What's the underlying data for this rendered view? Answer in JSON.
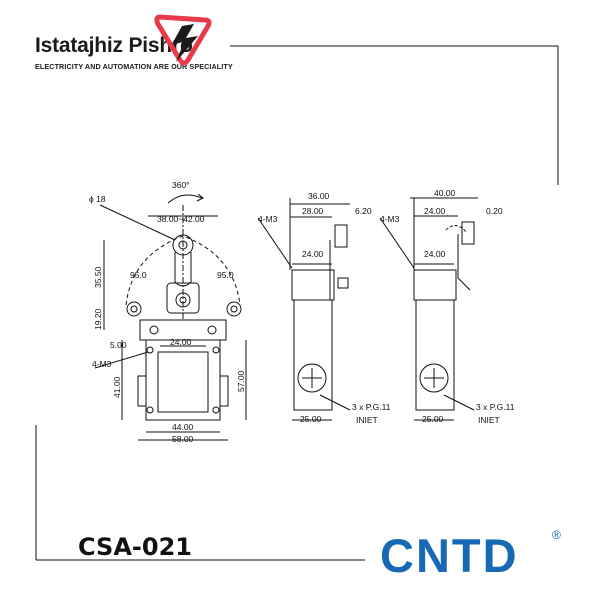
{
  "brand": {
    "name": "Istatajhiz Pishro",
    "tagline": "ELECTRICITY AND AUTOMATION ARE OUR SPECIALITY",
    "logo_icon": "play-triangle-lightning-icon",
    "accent": "#e83a4a"
  },
  "product": {
    "model": "CSA-021",
    "manufacturer": "CNTD",
    "registered_mark": "®",
    "manufacturer_color": "#1769b5"
  },
  "front_view": {
    "rotation": "360°",
    "roller_diameter": "ϕ 18",
    "lever_length": "38.00~42.00",
    "height_roller": "35.50",
    "angle_left": "95.0",
    "angle_right": "95.0",
    "height_lower": "19.20",
    "offset": "5.00",
    "mount_spacing": "24.00",
    "screws": "4-M3",
    "body_height_left": "41.00",
    "body_height_right": "57.00",
    "base_inner": "44.00",
    "base_outer": "58.00"
  },
  "side_view_1": {
    "overall": "36.00",
    "lever_offset": "28.00",
    "roller_width": "6.20",
    "screws": "4-M3",
    "mount_spacing": "24.00",
    "conduit": "3 x P.G.11",
    "inlet": "INIET",
    "base_width": "25.00"
  },
  "side_view_2": {
    "overall": "40.00",
    "lever_offset": "24.00",
    "roller_width": "0.20",
    "screws": "4-M3",
    "mount_spacing": "24.00",
    "conduit": "3 x P.G.11",
    "inlet": "INIET",
    "base_width": "25.00"
  }
}
